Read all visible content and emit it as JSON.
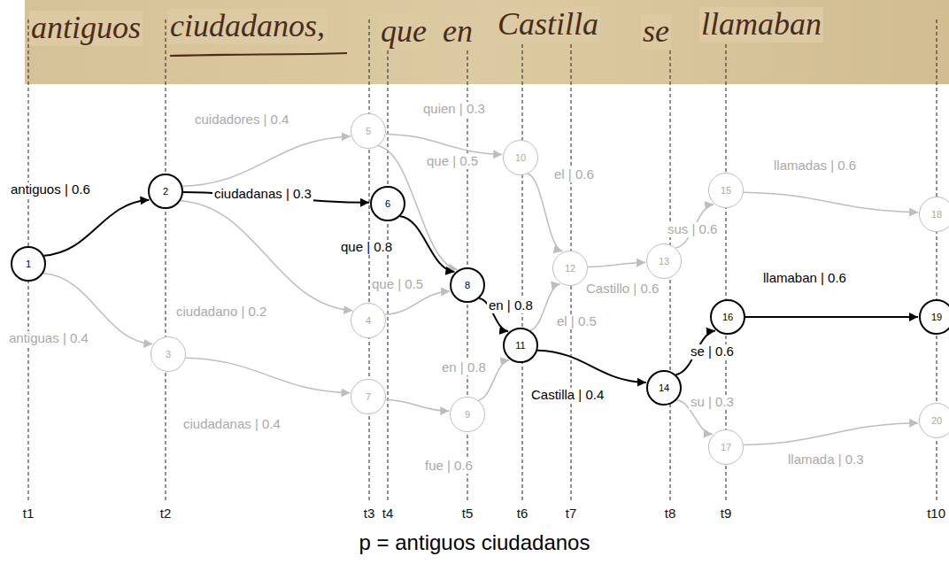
{
  "diagram": {
    "caption": "p = antiguos ciudadanos",
    "nodes": [
      {
        "text": [
          "1"
        ]
      },
      {
        "text": [
          "2"
        ]
      },
      {
        "text": [
          "3"
        ]
      },
      {
        "text": [
          "4"
        ]
      },
      {
        "text": [
          "5"
        ]
      },
      {
        "text": [
          "6"
        ]
      },
      {
        "text": [
          "7"
        ]
      },
      {
        "text": [
          "8"
        ]
      },
      {
        "text": [
          "9"
        ]
      },
      {
        "text": [
          "10"
        ]
      },
      {
        "text": [
          "11"
        ]
      },
      {
        "text": [
          "12"
        ]
      },
      {
        "text": [
          "13"
        ]
      },
      {
        "text": [
          "14"
        ]
      },
      {
        "text": [
          "15"
        ]
      },
      {
        "text": [
          "16"
        ]
      },
      {
        "text": [
          "17"
        ]
      },
      {
        "text": [
          "18"
        ]
      },
      {
        "text": [
          "19"
        ]
      },
      {
        "text": [
          "20"
        ]
      }
    ],
    "edges": [
      {
        "from": 0,
        "to": 1,
        "arrow": "to",
        "label": "antiguos | 0.6"
      },
      {
        "from": 0,
        "to": 2,
        "arrow": "to",
        "label": "antiguas | 0.4"
      },
      {
        "from": 1,
        "to": 4,
        "arrow": "to",
        "label": "cuidadores | 0.4"
      },
      {
        "from": 1,
        "to": 5,
        "arrow": "to",
        "label": "ciudadanas | 0.3"
      },
      {
        "from": 1,
        "to": 3,
        "arrow": "to",
        "label": "ciudadano | 0.2"
      },
      {
        "from": 2,
        "to": 6,
        "arrow": "to",
        "label": "ciudadanas | 0.4"
      },
      {
        "from": 4,
        "to": 9,
        "arrow": "to",
        "label": "quien | 0.3"
      },
      {
        "from": 4,
        "to": 7,
        "arrow": "to",
        "label": "que | 0.5"
      },
      {
        "from": 5,
        "to": 7,
        "arrow": "to",
        "label": "que | 0.8"
      },
      {
        "from": 3,
        "to": 7,
        "arrow": "to",
        "label": "que | 0.5"
      },
      {
        "from": 6,
        "to": 8,
        "arrow": "to",
        "label": "fue | 0.6"
      },
      {
        "from": 7,
        "to": 10,
        "arrow": "to",
        "label": "en | 0.8"
      },
      {
        "from": 8,
        "to": 10,
        "arrow": "to",
        "label": "en | 0.8"
      },
      {
        "from": 9,
        "to": 11,
        "arrow": "to",
        "label": "el | 0.6"
      },
      {
        "from": 10,
        "to": 11,
        "arrow": "to",
        "label": "el | 0.5"
      },
      {
        "from": 11,
        "to": 12,
        "arrow": "to",
        "label": "Castillo | 0.6"
      },
      {
        "from": 10,
        "to": 13,
        "arrow": "to",
        "label": "Castilla | 0.4"
      },
      {
        "from": 12,
        "to": 14,
        "arrow": "to",
        "label": "sus | 0.6"
      },
      {
        "from": 13,
        "to": 15,
        "arrow": "to",
        "label": "se | 0.6"
      },
      {
        "from": 13,
        "to": 16,
        "arrow": "to",
        "label": "su | 0.3"
      },
      {
        "from": 14,
        "to": 17,
        "arrow": "to",
        "label": "llamadas | 0.6"
      },
      {
        "from": 15,
        "to": 18,
        "arrow": "to",
        "label": "llamaban | 0.6"
      },
      {
        "from": 16,
        "to": 19,
        "arrow": "to",
        "label": "llamada | 0.3"
      }
    ],
    "labels": [
      "antiguos",
      "ciudadanos,",
      "que",
      "en",
      "Castilla",
      "se",
      "llamaban",
      "t1",
      "t2",
      "t3",
      "t4",
      "t5",
      "t6",
      "t7",
      "t8",
      "t9",
      "t10"
    ]
  }
}
